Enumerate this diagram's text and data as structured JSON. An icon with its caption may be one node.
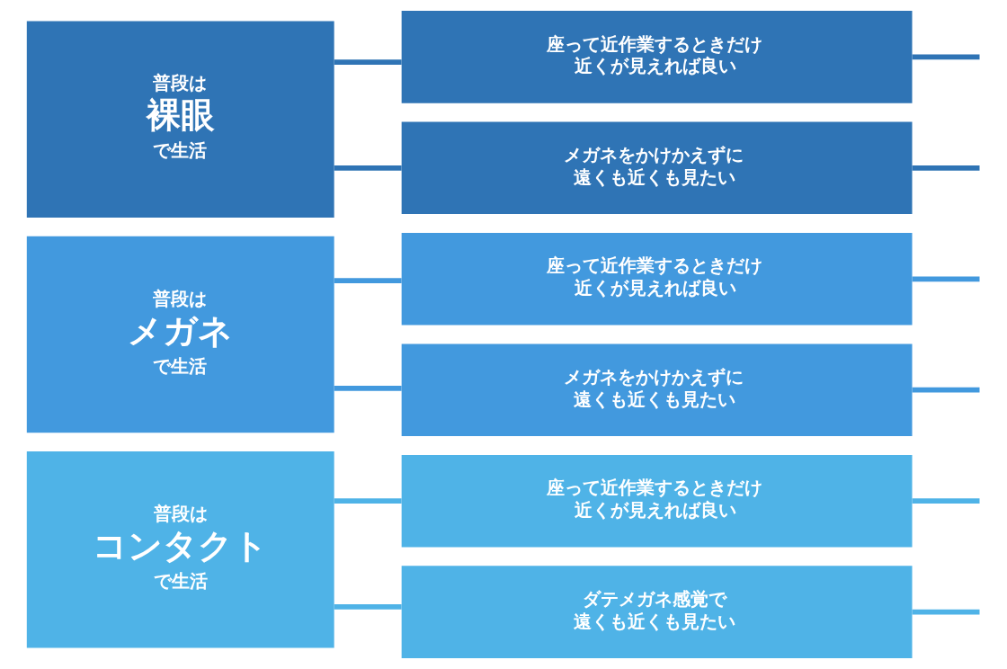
{
  "diagram": {
    "nodes": [
      {
        "text": [
          "普段は",
          "裸眼",
          "で生活"
        ]
      },
      {
        "text": [
          "座って近作業するときだけ近くが見えれば良い"
        ]
      },
      {
        "text": [
          "メガネをかけかえずに遠くも近くも見たい"
        ]
      },
      {
        "text": [
          "普段は",
          "メガネ",
          "で生活"
        ]
      },
      {
        "text": [
          "座って近作業するときだけ近くが見えれば良い"
        ]
      },
      {
        "text": [
          "メガネをかけかえずに遠くも近くも見たい"
        ]
      },
      {
        "text": [
          "普段は",
          "コンタクト",
          "で生活"
        ]
      },
      {
        "text": [
          "座って近作業するときだけ近くが見えれば良い"
        ]
      },
      {
        "text": [
          "ダテメガネ感覚で遠くも近くも見たい"
        ]
      }
    ],
    "edges": [
      {
        "from": 0,
        "to": 1,
        "arrow": "none",
        "color": "#2f74b5"
      },
      {
        "from": 0,
        "to": 2,
        "arrow": "none",
        "color": "#2f74b5"
      },
      {
        "from": 1,
        "to": null,
        "arrow": "none",
        "color": "#2f74b5"
      },
      {
        "from": 2,
        "to": null,
        "arrow": "none",
        "color": "#2f74b5"
      },
      {
        "from": 3,
        "to": 4,
        "arrow": "none",
        "color": "#4299de"
      },
      {
        "from": 3,
        "to": 5,
        "arrow": "none",
        "color": "#4299de"
      },
      {
        "from": 4,
        "to": null,
        "arrow": "none",
        "color": "#4299de"
      },
      {
        "from": 5,
        "to": null,
        "arrow": "none",
        "color": "#4299de"
      },
      {
        "from": 6,
        "to": 7,
        "arrow": "none",
        "color": "#4fb3e7"
      },
      {
        "from": 6,
        "to": 8,
        "arrow": "none",
        "color": "#4fb3e7"
      },
      {
        "from": 7,
        "to": null,
        "arrow": "none",
        "color": "#4fb3e7"
      },
      {
        "from": 8,
        "to": null,
        "arrow": "none",
        "color": "#4fb3e7"
      }
    ]
  }
}
